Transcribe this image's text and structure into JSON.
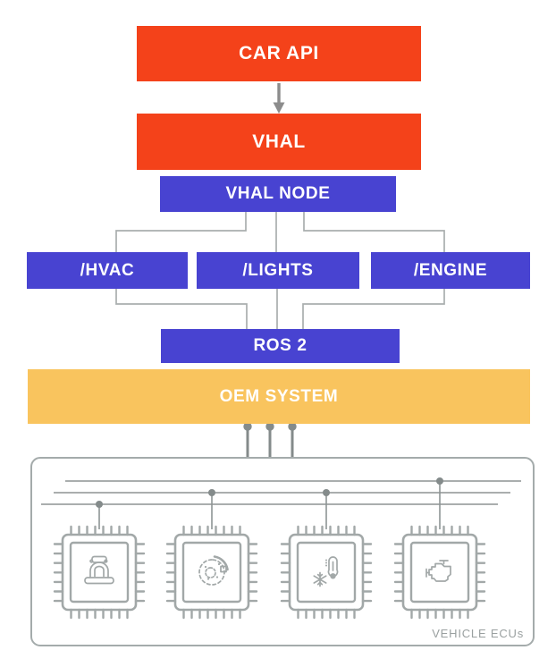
{
  "nodes": {
    "car_api": "CAR API",
    "vhal": "VHAL",
    "vhal_node": "VHAL NODE",
    "hvac": "/HVAC",
    "lights": "/LIGHTS",
    "engine": "/ENGINE",
    "ros2": "ROS 2",
    "oem": "OEM SYSTEM",
    "vehicle_ecus": "VEHICLE ECUs"
  },
  "ecu_icons": [
    "seat-ecu-icon",
    "brake-ecu-icon",
    "climate-ecu-icon",
    "engine-ecu-icon"
  ],
  "colors": {
    "orange": "#f4421a",
    "blue": "#4843d1",
    "yellow": "#f9c45e",
    "connector_gray": "#a9aeae",
    "bus_gray": "#8e9494",
    "dot_gray": "#848b8b",
    "label_gray": "#9aa0a0"
  }
}
